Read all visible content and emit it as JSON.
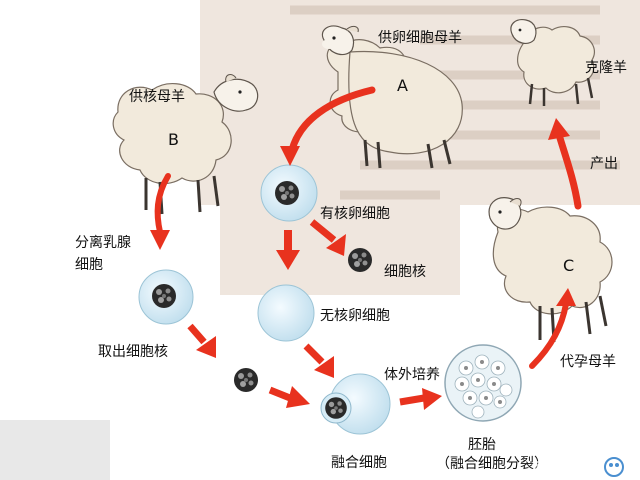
{
  "labels": {
    "sheep_a": "供卵细胞母羊",
    "sheep_b": "供核母羊",
    "separate": "分离乳腺细胞",
    "nucleated_egg": "有核卵细胞",
    "cell_nucleus": "细胞核",
    "enucleated_egg": "无核卵细胞",
    "take_nucleus": "取出细胞核",
    "fused_cell": "融合细胞",
    "in_vitro": "体外培养",
    "embryo": "胚胎",
    "embryo_note": "（融合细胞分裂）",
    "surrogate": "代孕母羊",
    "birth": "产出",
    "clone": "克隆羊"
  },
  "letters": {
    "a": "A",
    "b": "B",
    "c": "C"
  },
  "watermark": "悟空问答",
  "colors": {
    "arrow": "#e8321e",
    "wool": "#f2eadc",
    "cell": "#d9ecf5",
    "background_text": "#c9b7a8"
  }
}
